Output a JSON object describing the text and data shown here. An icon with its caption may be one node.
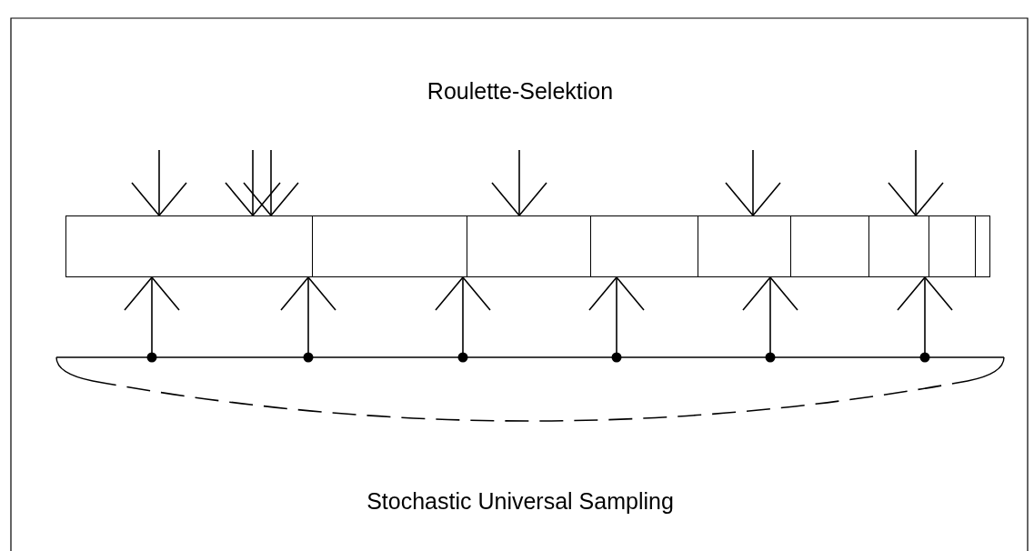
{
  "diagram": {
    "nodes": [
      {
        "text": [],
        "shape": "box"
      },
      {
        "text": [],
        "shape": "box"
      },
      {
        "text": [],
        "shape": "box"
      },
      {
        "text": [],
        "shape": "box"
      },
      {
        "text": [],
        "shape": "box"
      },
      {
        "text": [],
        "shape": "box"
      },
      {
        "text": [],
        "shape": "box"
      },
      {
        "text": [],
        "shape": "box"
      },
      {
        "text": [],
        "shape": "box"
      },
      {
        "text": [],
        "shape": "ruler"
      }
    ],
    "edges": [
      {
        "from": null,
        "to": 0,
        "arrow": "to"
      },
      {
        "from": null,
        "to": 0,
        "arrow": "to"
      },
      {
        "from": null,
        "to": 0,
        "arrow": "to"
      },
      {
        "from": null,
        "to": 2,
        "arrow": "to"
      },
      {
        "from": null,
        "to": 4,
        "arrow": "to"
      },
      {
        "from": null,
        "to": 6,
        "arrow": "to"
      },
      {
        "from": 9,
        "to": 0,
        "arrow": "to"
      },
      {
        "from": 9,
        "to": 0,
        "arrow": "to"
      },
      {
        "from": 9,
        "to": 1,
        "arrow": "to"
      },
      {
        "from": 9,
        "to": 3,
        "arrow": "to"
      },
      {
        "from": 9,
        "to": 4,
        "arrow": "to"
      },
      {
        "from": 9,
        "to": 6,
        "arrow": "to"
      }
    ],
    "labels": [
      "Roulette-Selektion",
      "Stochastic Universal Sampling"
    ]
  }
}
